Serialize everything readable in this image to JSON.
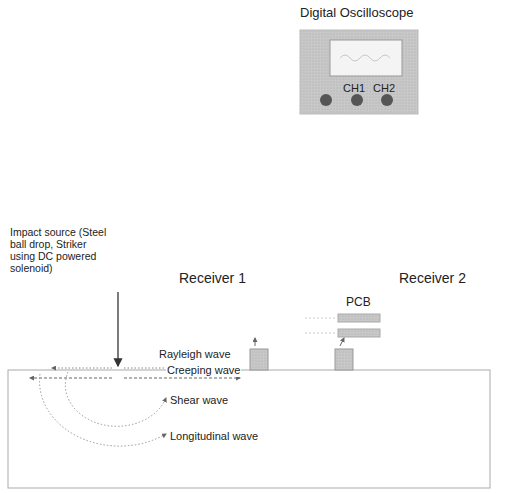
{
  "diagram": {
    "nodes": [
      {
        "text": [
          "Digital Oscilloscope",
          "CH1",
          "CH2"
        ]
      }
    ],
    "labels": [
      "Impact source (Steel ball drop, Striker using DC powered solenoid)",
      "Receiver 1",
      "PCB",
      "Receiver 2",
      "Rayleigh wave",
      "Creeping wave",
      "Shear wave",
      "Longitudinal wave"
    ]
  }
}
